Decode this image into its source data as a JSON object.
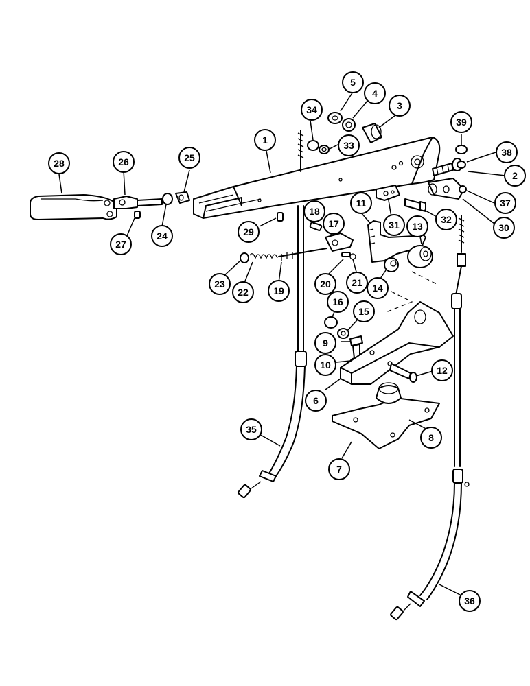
{
  "callouts": [
    {
      "id": "1",
      "label": "1"
    },
    {
      "id": "2",
      "label": "2"
    },
    {
      "id": "3",
      "label": "3"
    },
    {
      "id": "4",
      "label": "4"
    },
    {
      "id": "5",
      "label": "5"
    },
    {
      "id": "6",
      "label": "6"
    },
    {
      "id": "7",
      "label": "7"
    },
    {
      "id": "8",
      "label": "8"
    },
    {
      "id": "9",
      "label": "9"
    },
    {
      "id": "10",
      "label": "10"
    },
    {
      "id": "11",
      "label": "11"
    },
    {
      "id": "12",
      "label": "12"
    },
    {
      "id": "13",
      "label": "13"
    },
    {
      "id": "14",
      "label": "14"
    },
    {
      "id": "15",
      "label": "15"
    },
    {
      "id": "16",
      "label": "16"
    },
    {
      "id": "17",
      "label": "17"
    },
    {
      "id": "18",
      "label": "18"
    },
    {
      "id": "19",
      "label": "19"
    },
    {
      "id": "20",
      "label": "20"
    },
    {
      "id": "21",
      "label": "21"
    },
    {
      "id": "22",
      "label": "22"
    },
    {
      "id": "23",
      "label": "23"
    },
    {
      "id": "24",
      "label": "24"
    },
    {
      "id": "25",
      "label": "25"
    },
    {
      "id": "26",
      "label": "26"
    },
    {
      "id": "27",
      "label": "27"
    },
    {
      "id": "28",
      "label": "28"
    },
    {
      "id": "29",
      "label": "29"
    },
    {
      "id": "30",
      "label": "30"
    },
    {
      "id": "31",
      "label": "31"
    },
    {
      "id": "32",
      "label": "32"
    },
    {
      "id": "33",
      "label": "33"
    },
    {
      "id": "34",
      "label": "34"
    },
    {
      "id": "35",
      "label": "35"
    },
    {
      "id": "36",
      "label": "36"
    },
    {
      "id": "37",
      "label": "37"
    },
    {
      "id": "38",
      "label": "38"
    },
    {
      "id": "39",
      "label": "39"
    }
  ]
}
